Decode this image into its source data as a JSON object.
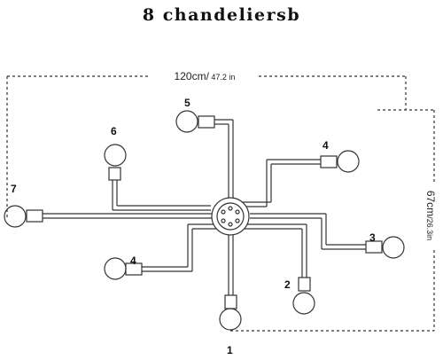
{
  "title": "8 chandeliersb",
  "width_label": {
    "main": "120cm/",
    "sub": " 47.2 in"
  },
  "height_label": {
    "main": "67cm",
    "sub": "/26.3in"
  },
  "arm_labels": {
    "top": "5",
    "upper_left": "6",
    "upper_right": "4",
    "left": "7",
    "right": "3",
    "lower_left": "4",
    "lower_right": "2",
    "bottom": "1"
  }
}
